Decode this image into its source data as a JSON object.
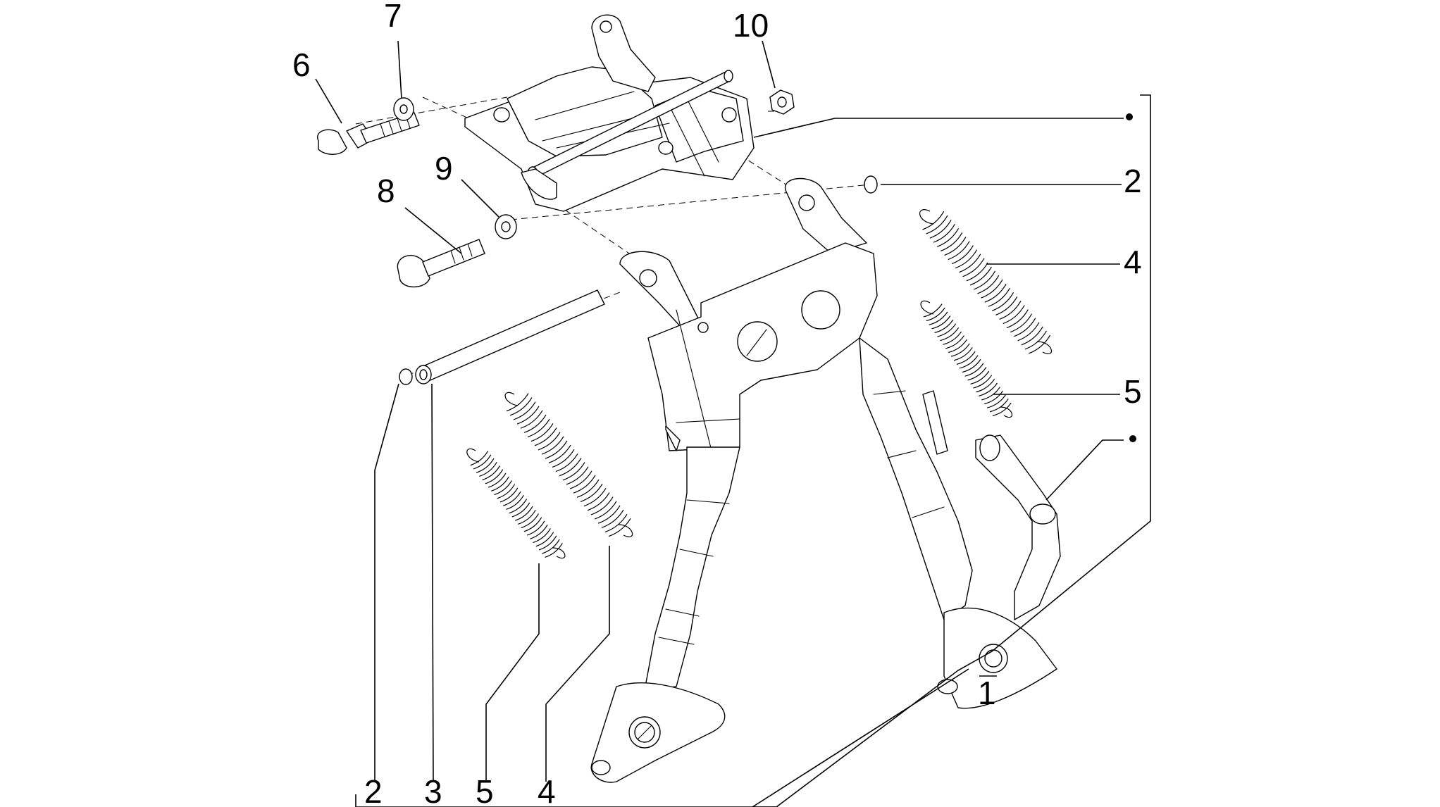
{
  "callouts": [
    {
      "id": "c6",
      "text": "6"
    },
    {
      "id": "c7",
      "text": "7"
    },
    {
      "id": "c8",
      "text": "8"
    },
    {
      "id": "c9",
      "text": "9"
    },
    {
      "id": "c10",
      "text": "10"
    },
    {
      "id": "c2-right",
      "text": "2"
    },
    {
      "id": "c4-right",
      "text": "4"
    },
    {
      "id": "c5-right",
      "text": "5"
    },
    {
      "id": "c1",
      "text": "1"
    },
    {
      "id": "c2-bottom",
      "text": "2"
    },
    {
      "id": "c3-bottom",
      "text": "3"
    },
    {
      "id": "c5-bottom",
      "text": "5"
    },
    {
      "id": "c4-bottom",
      "text": "4"
    }
  ],
  "colors": {
    "line": "#000000",
    "background": "#ffffff"
  }
}
